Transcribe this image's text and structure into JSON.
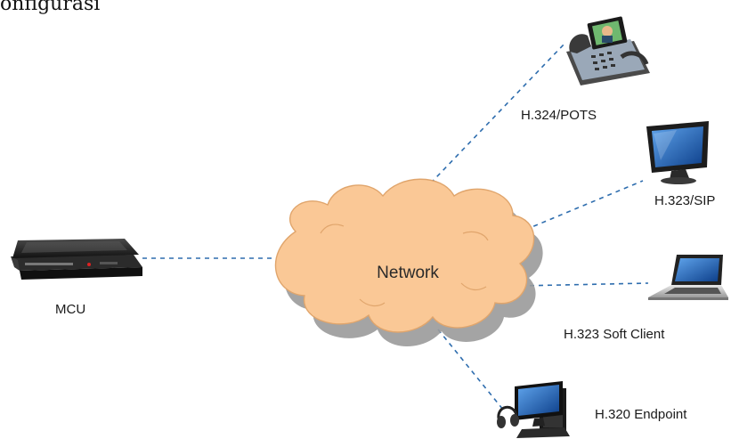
{
  "title": "onfigurasi",
  "network": {
    "label": "Network"
  },
  "nodes": [
    {
      "id": "mcu",
      "label": "MCU",
      "icon": "mcu-device-icon"
    },
    {
      "id": "pots",
      "label": "H.324/POTS",
      "icon": "video-phone-icon"
    },
    {
      "id": "sip",
      "label": "H.323/SIP",
      "icon": "monitor-icon"
    },
    {
      "id": "soft",
      "label": "H.323 Soft Client",
      "icon": "laptop-icon"
    },
    {
      "id": "endpoint",
      "label": "H.320 Endpoint",
      "icon": "desktop-workstation-icon"
    }
  ],
  "colors": {
    "cloud": "#FAC896",
    "cloud_stroke": "#E0A56C",
    "cloud_shadow": "#9A9A9A",
    "link": "#2E6DAE"
  }
}
